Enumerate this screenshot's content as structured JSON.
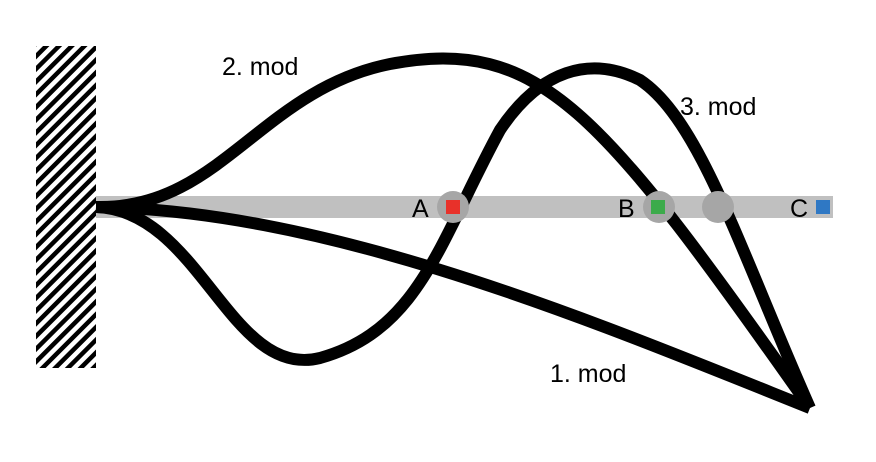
{
  "diagram": {
    "mode_labels": {
      "mode1": "1. mod",
      "mode2": "2. mod",
      "mode3": "3. mod"
    },
    "points": {
      "a": {
        "label": "A",
        "color": "#e8312a"
      },
      "b": {
        "label": "B",
        "color": "#3cab4b"
      },
      "c": {
        "label": "C",
        "color": "#2f78c4"
      }
    },
    "colors": {
      "beam": "#c0c0c0",
      "node": "#a6a6a6",
      "curve": "#000000",
      "wall_hatch": "#000000"
    }
  }
}
